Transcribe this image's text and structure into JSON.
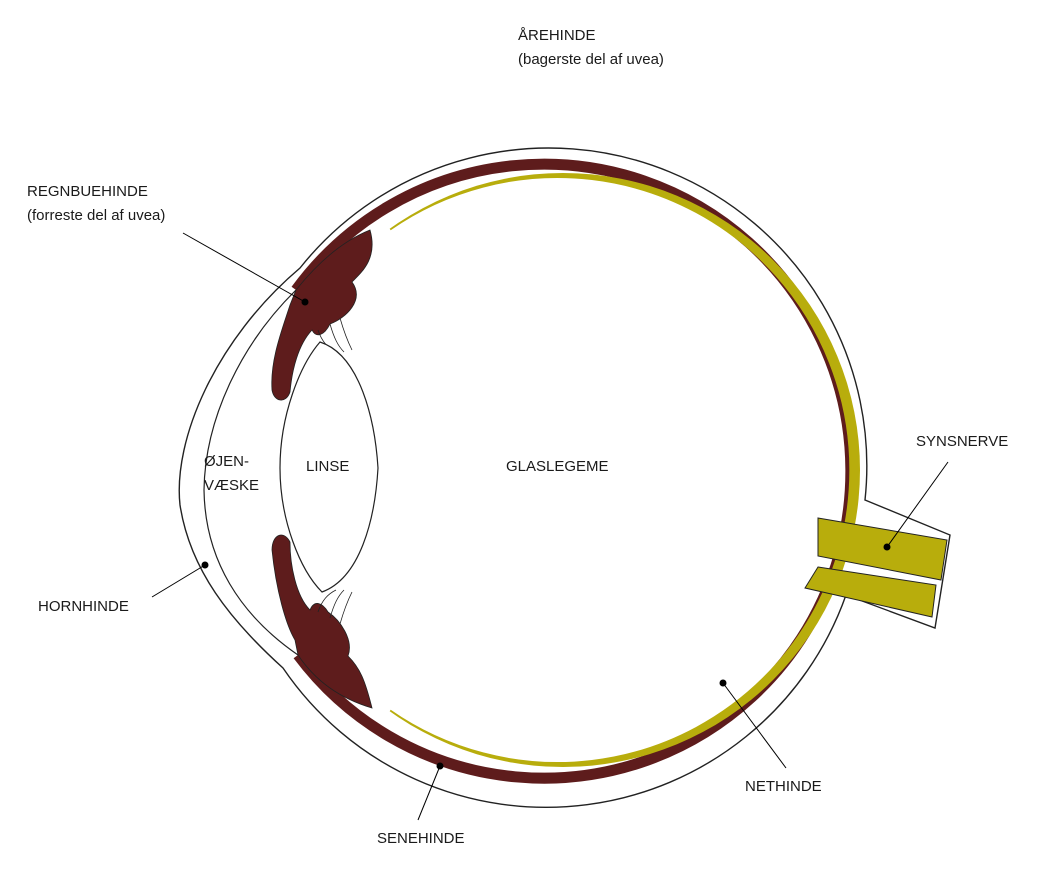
{
  "labels": {
    "choroid_line1": "ÅREHINDE",
    "choroid_line2": "(bagerste del af uvea)",
    "iris_line1": "REGNBUEHINDE",
    "iris_line2": "(forreste del af uvea)",
    "aqueous_line1": "ØJEN-",
    "aqueous_line2": "VÆSKE",
    "lens": "LINSE",
    "vitreous": "GLASLEGEME",
    "optic_nerve": "SYNSNERVE",
    "cornea": "HORNHINDE",
    "retina": "NETHINDE",
    "sclera": "SENEHINDE"
  },
  "colors": {
    "uvea": "#5e1c1c",
    "retina": "#b8ad0c",
    "outline": "#222222",
    "background": "#ffffff"
  }
}
